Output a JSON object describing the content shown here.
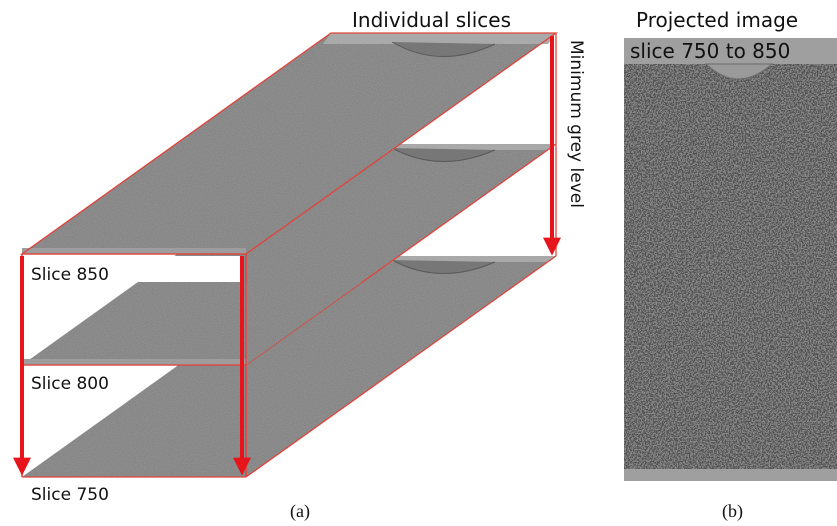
{
  "panel_a": {
    "title": "Individual slices",
    "arrow_label": "Minimum grey level",
    "slices": [
      {
        "label": "Slice 850"
      },
      {
        "label": "Slice 800"
      },
      {
        "label": "Slice 750"
      }
    ],
    "caption": "(a)"
  },
  "panel_b": {
    "title_line1": "Projected image",
    "title_line2": "slice 750 to 850",
    "caption": "(b)"
  },
  "colors": {
    "arrow": "#e8141b",
    "outline": "#e0443c",
    "slice_surface": "#7c7c7c",
    "slice_edge": "#a9a9a9",
    "projected_bg": "#8a8a8a"
  }
}
